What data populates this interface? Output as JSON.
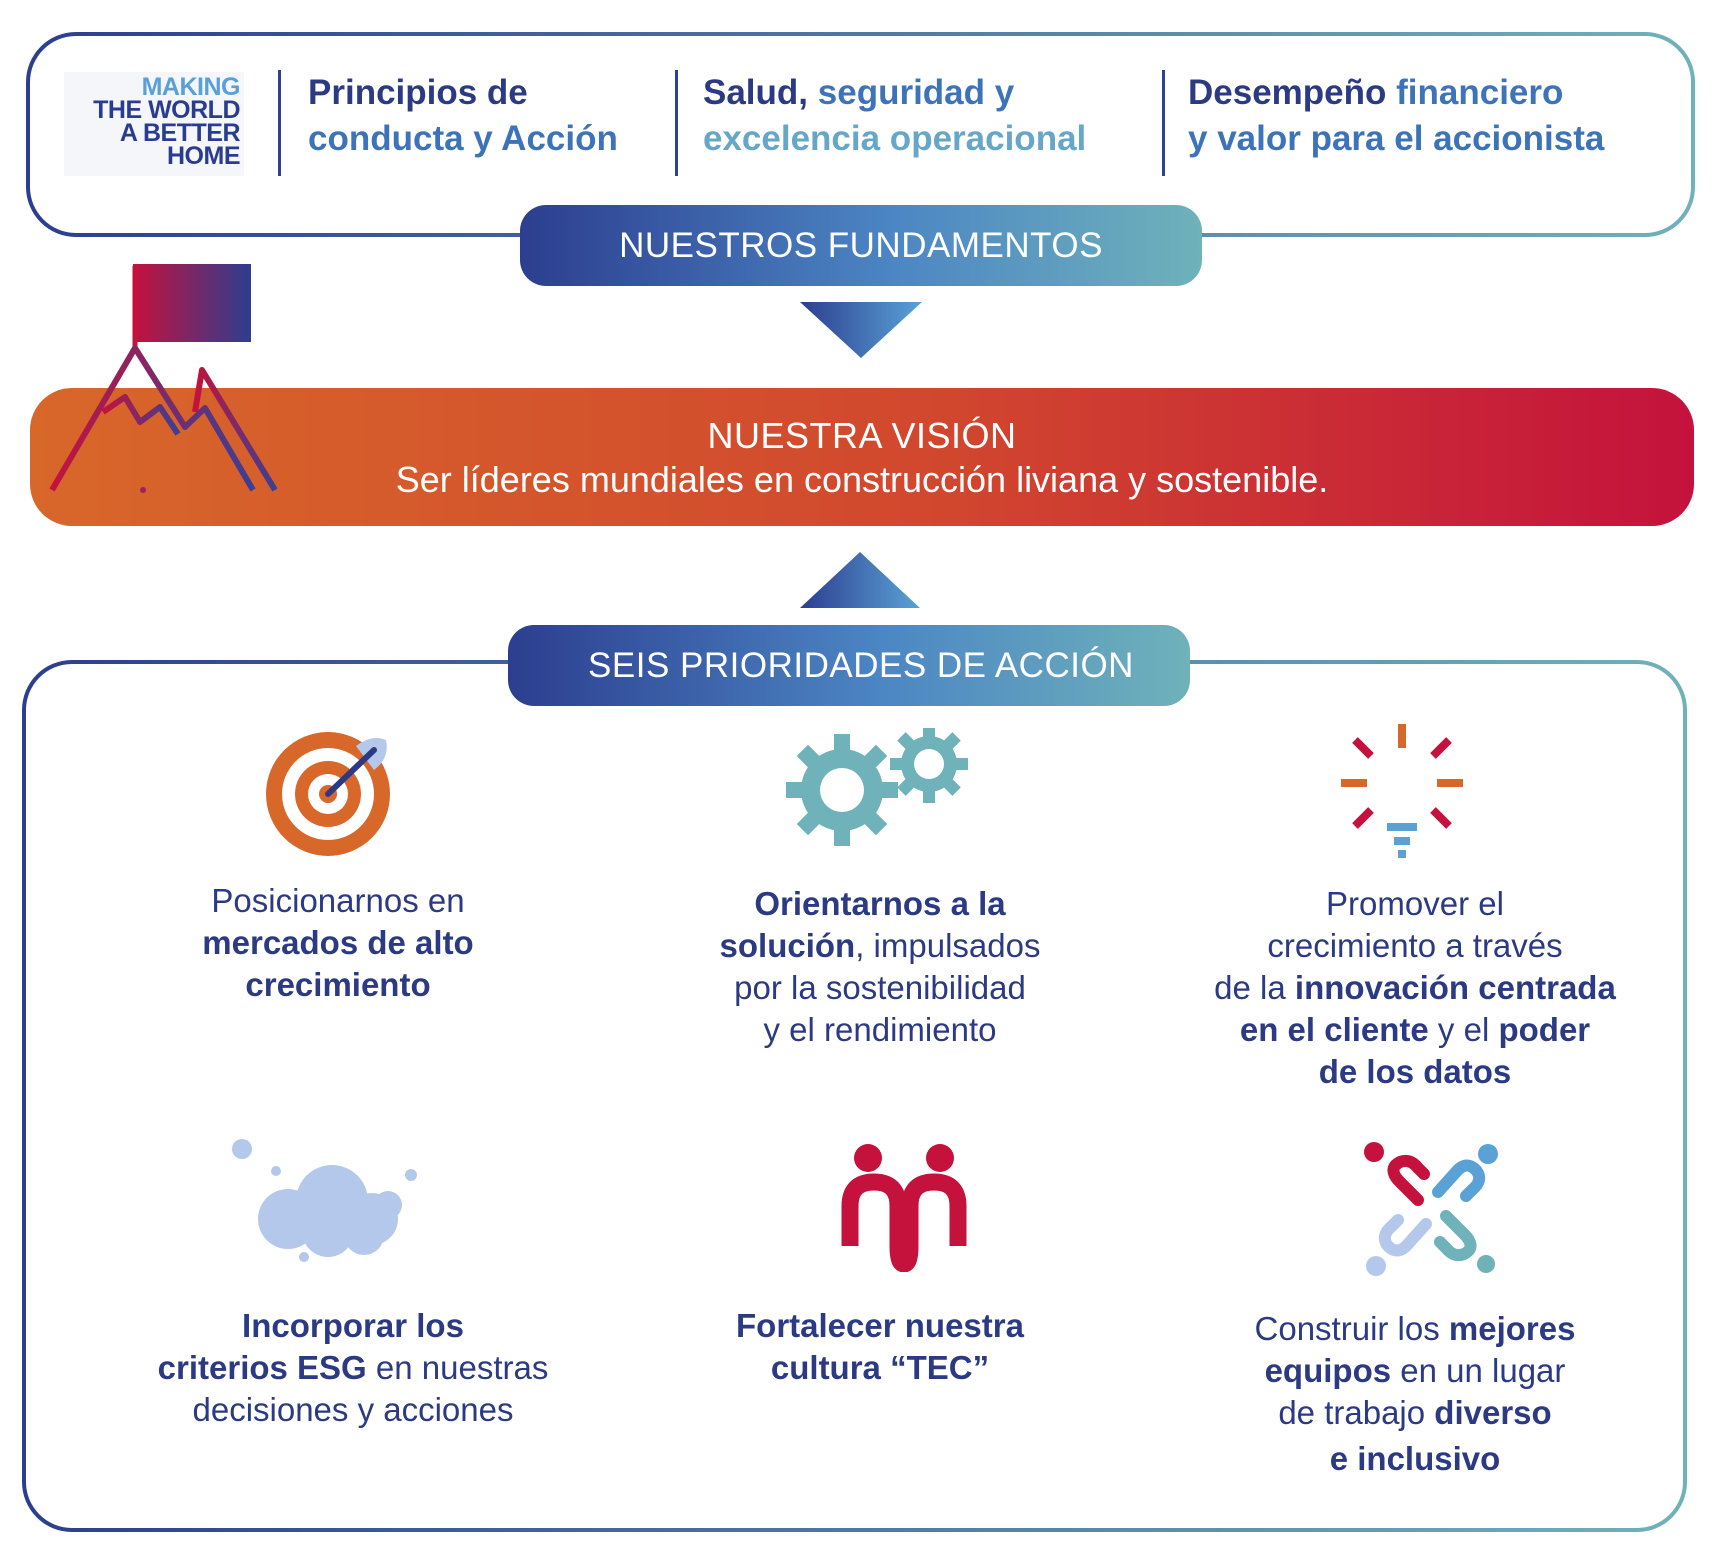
{
  "logo": {
    "line1": "MAKING",
    "line2": "THE WORLD",
    "line3": "A BETTER",
    "line4": "HOME"
  },
  "pillars": [
    {
      "part1": "Principios de",
      "part2": "conducta y Acción"
    },
    {
      "part1": "Salud,",
      "part2": "seguridad y",
      "part3": "excelencia operacional"
    },
    {
      "part1": "Desempeño",
      "part2": "financiero",
      "part3": "y valor para el accionista"
    }
  ],
  "fundamentos_label": "NUESTROS FUNDAMENTOS",
  "vision": {
    "title": "NUESTRA VISIÓN",
    "text": "Ser líderes mundiales en construcción liviana y sostenible."
  },
  "prioridades_label": "SEIS PRIORIDADES DE ACCIÓN",
  "priorities": [
    {
      "icon": "target-icon",
      "t1": "Posicionarnos en",
      "b1": "mercados de alto",
      "b2": "crecimiento"
    },
    {
      "icon": "gears-icon",
      "b1": "Orientarnos a la",
      "b2": "solución",
      "t1": ", impulsados",
      "t2": "por la sostenibilidad",
      "t3": "y el rendimiento"
    },
    {
      "icon": "lightbulb-icon",
      "t1": "Promover el",
      "t2": "crecimiento a través",
      "t3": "de la ",
      "b1": "innovación centrada",
      "b2": "en el cliente",
      "t4": " y el ",
      "b3": "poder",
      "b4": "de los datos"
    },
    {
      "icon": "cloud-icon",
      "b1": "Incorporar los",
      "b2": "criterios ESG",
      "t1": " en nuestras",
      "t2": "decisiones y acciones"
    },
    {
      "icon": "people-icon",
      "b1": "Fortalecer nuestra",
      "b2": "cultura “TEC”"
    },
    {
      "icon": "link-icon",
      "t1": "Construir los ",
      "b1": "mejores",
      "b2": "equipos",
      "t2": " en un lugar",
      "t3": "de trabajo ",
      "b3": "diverso",
      "b4": "e inclusivo"
    }
  ],
  "colors": {
    "navy": "#2b3a82",
    "teal": "#6fb2ba",
    "orange": "#d8672a",
    "red": "#c4123c"
  }
}
